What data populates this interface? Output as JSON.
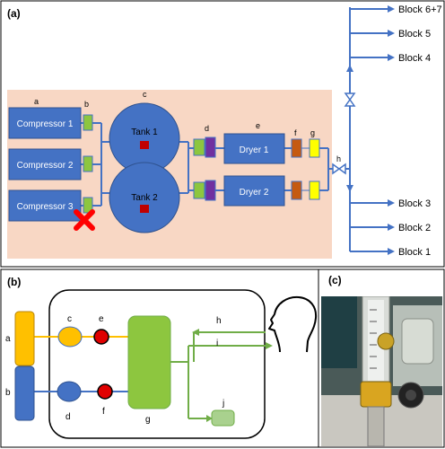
{
  "panels": {
    "a": {
      "label": "(a)"
    },
    "b": {
      "label": "(b)"
    },
    "c": {
      "label": "(c)"
    }
  },
  "panel_a": {
    "letters": {
      "a": "a",
      "b": "b",
      "c": "c",
      "d": "d",
      "e": "e",
      "f": "f",
      "g": "g",
      "h": "h"
    },
    "compressors": [
      "Compressor 1",
      "Compressor 2",
      "Compressor 3"
    ],
    "tanks": [
      "Tank 1",
      "Tank 2"
    ],
    "dryers": [
      "Dryer 1",
      "Dryer 2"
    ],
    "blocks_top": [
      "Block 6+7",
      "Block 5",
      "Block 4"
    ],
    "blocks_bottom": [
      "Block 3",
      "Block 2",
      "Block 1"
    ],
    "failed_compressor": "Compressor 3"
  },
  "panel_b": {
    "letters": {
      "a": "a",
      "b": "b",
      "c": "c",
      "d": "d",
      "e": "e",
      "f": "f",
      "g": "g",
      "h": "h",
      "i": "i",
      "j": "j"
    }
  },
  "colors": {
    "blue": "#4472c4",
    "salmon": "#f8d7c4",
    "green": "#8dc63f",
    "purple": "#7030a0",
    "orange": "#c55a11",
    "yellow": "#ffff00",
    "dark_red": "#c00000",
    "red_x": "#ff0000",
    "amber": "#ffc000"
  },
  "icons": [
    "valve-icon",
    "failure-x-icon",
    "head-profile-icon"
  ]
}
